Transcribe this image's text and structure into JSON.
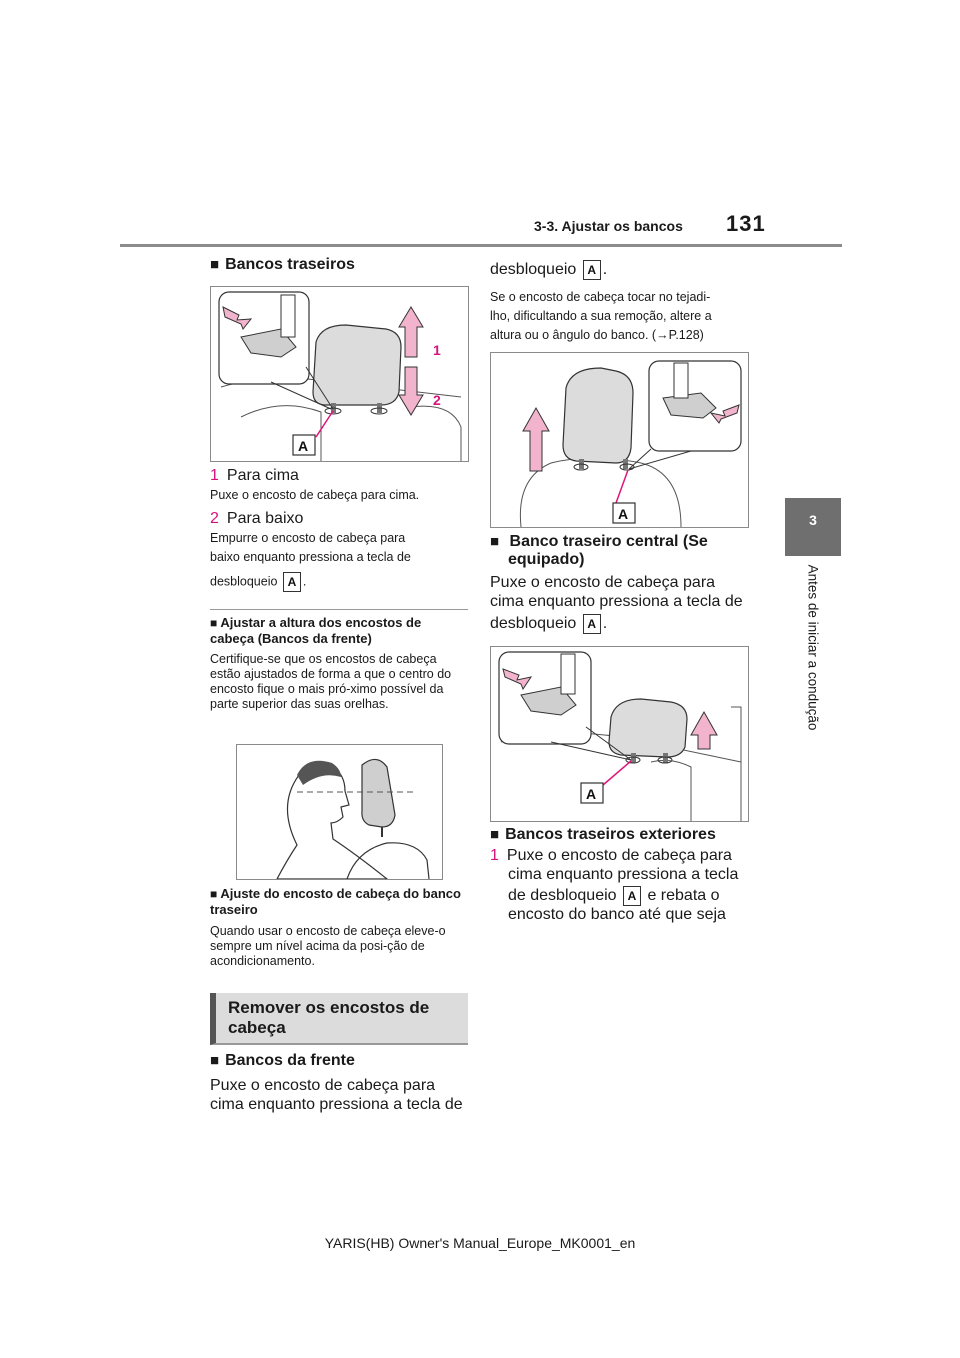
{
  "header": {
    "section": "3-3. Ajustar os bancos",
    "page_number": "131"
  },
  "sidebar": {
    "chapter_number": "3",
    "chapter_title": "Antes de iniciar a condução"
  },
  "left": {
    "rear_heading": "Bancos traseiros",
    "fig1_labels": {
      "up": "1",
      "down": "2",
      "callout": "A"
    },
    "step1": {
      "num": "1",
      "label": "Para cima",
      "desc": "Puxe o encosto de cabeça para cima."
    },
    "step2": {
      "num": "2",
      "label": "Para baixo",
      "desc_line1": "Empurre o encosto de cabeça para",
      "desc_line2": "baixo enquanto pressiona a tecla de",
      "desc_line3": "desbloqueio",
      "desc_end": "."
    },
    "adjust_heading": "Ajustar a altura dos encostos de cabeça (Bancos da frente)",
    "adjust_text": "Certifique-se que os encostos de cabeça estão ajustados de forma a que o centro do encosto fique o mais pró-ximo possível da parte superior das suas orelhas.",
    "rear_adjust_heading": "Ajuste do encosto de cabeça do banco traseiro",
    "rear_adjust_text": "Quando usar o encosto de cabeça eleve-o sempre um nível acima da posi-ção de acondicionamento.",
    "remove_title_line1": "Remover os encostos de",
    "remove_title_line2": "cabeça",
    "front_heading": "Bancos da frente",
    "front_text_line1": "Puxe o encosto de cabeça para",
    "front_text_line2": "cima enquanto pressiona a tecla de"
  },
  "right": {
    "cont_text": "desbloqueio",
    "cont_end": ".",
    "note_line1": "Se o encosto de cabeça tocar no tejadi-",
    "note_line2": "lho, dificultando a sua remoção, altere a",
    "note_line3": "altura ou o ângulo do banco. (",
    "note_ref": "→P.128)",
    "center_heading_line1": "Banco traseiro central (Se",
    "center_heading_line2": "equipado)",
    "center_text_line1": "Puxe o encosto de cabeça para",
    "center_text_line2": "cima enquanto pressiona a tecla de",
    "center_text_line3": "desbloqueio",
    "center_end": ".",
    "outer_heading": "Bancos traseiros exteriores",
    "outer_num": "1",
    "outer_line1": "Puxe o encosto de cabeça para",
    "outer_line2": "cima enquanto pressiona a tecla",
    "outer_line3a": "de desbloqueio",
    "outer_line3b": "e rebata o",
    "outer_line4": "encosto do banco até que seja"
  },
  "badge_letter": "A",
  "footer": "YARIS(HB) Owner's Manual_Europe_MK0001_en",
  "colors": {
    "arrow_fill": "#f2b3cc",
    "callout_line": "#e0147a",
    "sidebar_tab": "#6f6f6f"
  }
}
